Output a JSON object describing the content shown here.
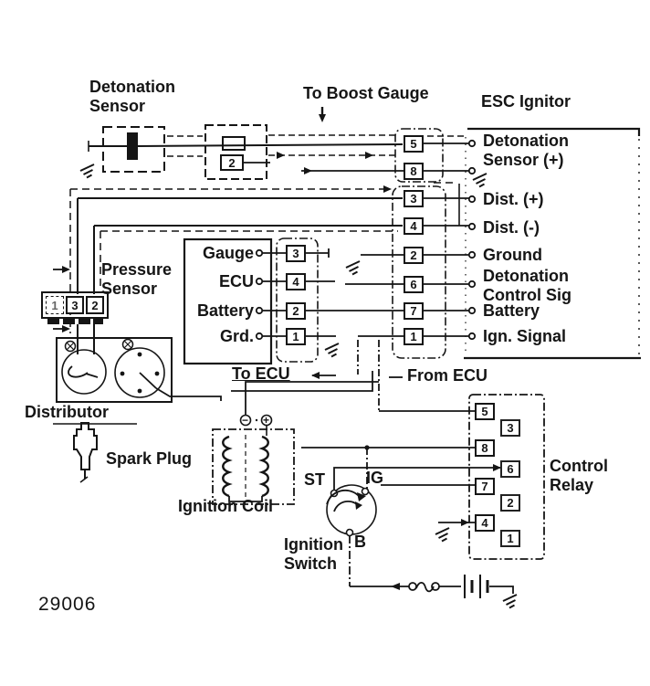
{
  "figure_number": "29006",
  "top": {
    "detonation_sensor_label": "Detonation Sensor",
    "to_boost_gauge_label": "To Boost Gauge",
    "detonation_connector": {
      "pin2": "2"
    }
  },
  "esc_ignitor": {
    "title": "ESC Ignitor",
    "pins": [
      {
        "num": "5",
        "label": "Detonation Sensor (+)"
      },
      {
        "num": "8",
        "label": ""
      },
      {
        "num": "3",
        "label": "Dist. (+)"
      },
      {
        "num": "4",
        "label": "Dist. (-)"
      },
      {
        "num": "2",
        "label": "Ground"
      },
      {
        "num": "6",
        "label": "Detonation Control Sig"
      },
      {
        "num": "7",
        "label": "Battery"
      },
      {
        "num": "1",
        "label": "Ign. Signal"
      }
    ]
  },
  "ecu_connector": {
    "caption": "To ECU",
    "rows": [
      {
        "label": "Gauge",
        "pin": "3"
      },
      {
        "label": "ECU",
        "pin": "4"
      },
      {
        "label": "Battery",
        "pin": "2"
      },
      {
        "label": "Grd.",
        "pin": "1"
      }
    ]
  },
  "from_ecu_label": "From ECU",
  "pressure_sensor": {
    "label": "Pressure Sensor",
    "pins": [
      "1",
      "3",
      "2"
    ]
  },
  "distributor_label": "Distributor",
  "spark_plug_label": "Spark Plug",
  "ignition_coil": {
    "label": "Ignition Coil",
    "neg": "−",
    "pos": "+"
  },
  "ignition_switch": {
    "label": "Ignition Switch",
    "terminal_st": "ST",
    "terminal_ig": "IG",
    "terminal_b": "B"
  },
  "control_relay": {
    "title": "Control Relay",
    "left_pins": [
      "5",
      "8",
      "7",
      "4"
    ],
    "right_pins": [
      "3",
      "6",
      "2",
      "1"
    ]
  }
}
